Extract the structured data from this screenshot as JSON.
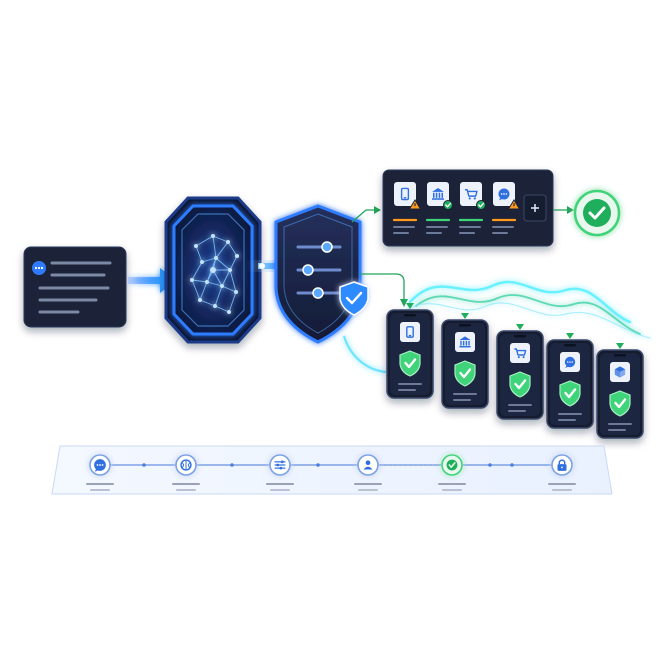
{
  "colors": {
    "navy": "#1b2438",
    "navy_dark": "#121a2b",
    "neon_blue": "#2f7bff",
    "glow_blue": "#5aa8ff",
    "cyan": "#5ff0ff",
    "green": "#1fae5b",
    "green_light": "#3fd37a",
    "orange": "#ff9a1f",
    "timeline_bg": "#eef4ff",
    "timeline_border": "#c9d9f5",
    "line_gray": "#9aa3b5"
  },
  "input_card": {
    "icon": "chat-bubble-icon"
  },
  "ai_engine": {
    "icon": "neural-network-icon"
  },
  "policy_shield": {
    "icon": "sliders-icon",
    "badge": "shield-check-icon"
  },
  "summary_panel": {
    "items": [
      {
        "icon": "phone-icon",
        "status": "warning"
      },
      {
        "icon": "bank-icon",
        "status": "ok"
      },
      {
        "icon": "cart-icon",
        "status": "ok"
      },
      {
        "icon": "chat-bubble-icon",
        "status": "warning"
      }
    ],
    "add_icon": "plus-icon",
    "result_icon": "check-circle-icon"
  },
  "devices": [
    {
      "icon": "phone-icon",
      "status": "ok"
    },
    {
      "icon": "bank-icon",
      "status": "ok"
    },
    {
      "icon": "cart-icon",
      "status": "ok"
    },
    {
      "icon": "chat-bubble-icon",
      "status": "ok"
    },
    {
      "icon": "box-icon",
      "status": "ok"
    }
  ],
  "timeline": {
    "steps": [
      {
        "icon": "chat-bubble-icon",
        "status": "default"
      },
      {
        "icon": "brain-icon",
        "status": "default"
      },
      {
        "icon": "sliders-icon",
        "status": "default"
      },
      {
        "icon": "user-icon",
        "status": "default"
      },
      {
        "icon": "check-icon",
        "status": "done"
      },
      {
        "icon": "lock-icon",
        "status": "default"
      }
    ]
  }
}
